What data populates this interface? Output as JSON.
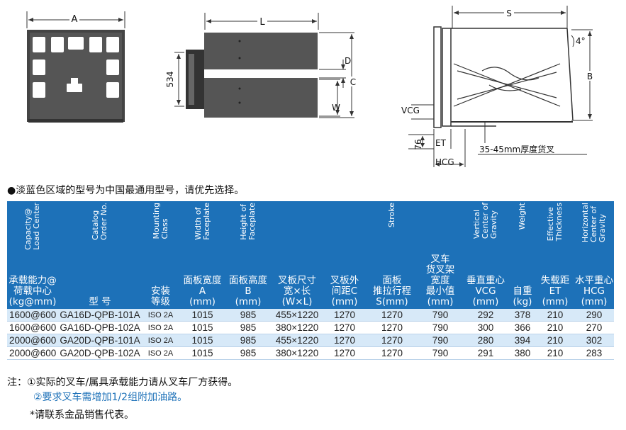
{
  "drawings": {
    "front": {
      "label_a": "A"
    },
    "side": {
      "label_l": "L",
      "label_534": "534",
      "label_d": "D",
      "label_c": "C",
      "label_w": "W"
    },
    "scissor": {
      "label_s": "S",
      "label_b": "B",
      "label_angle": "4°",
      "label_vcg": "VCG",
      "label_76": "76",
      "label_et": "ET",
      "label_hcg": "HCG",
      "label_fork": "35-45mm厚度货叉"
    }
  },
  "preference_note": "●淡蓝色区域的型号为中国最通用型号，请优先选择。",
  "table": {
    "header_color": "#1d71b8",
    "highlight_color": "#d7e9f8",
    "columns": [
      {
        "en": "Capacity@\nLoad Center",
        "cn": "承载能力@\n荷载中心\n(kg@mm)"
      },
      {
        "en": "Catalog\nOrder No.",
        "cn": "型 号"
      },
      {
        "en": "Mounting\nClass",
        "cn": "安装\n等级"
      },
      {
        "en": "Width of\nFaceplate",
        "cn": "面板宽度\nA\n(mm)"
      },
      {
        "en": "Height of\nFaceplate",
        "cn": "面板高度\nB\n(mm)"
      },
      {
        "en": "",
        "cn": "叉板尺寸\n宽×长\n(W×L)"
      },
      {
        "en": "",
        "cn": "叉板外\n间距C\n(mm)"
      },
      {
        "en": "Stroke",
        "cn": "面板\n推拉行程\nS(mm)"
      },
      {
        "en": "",
        "cn": "叉车\n货叉架\n宽度\n最小值\n(mm)"
      },
      {
        "en": "Vertical\nCenter of\nGravity",
        "cn": "垂直重心\nVCG\n(mm)"
      },
      {
        "en": "Weight",
        "cn": "自重\n(kg)"
      },
      {
        "en": "Effective\nThickness",
        "cn": "失载距\nET\n(mm)"
      },
      {
        "en": "Horizontal\nCenter of\nGravity",
        "cn": "水平重心\nHCG\n(mm)"
      }
    ],
    "rows": [
      [
        "1600@600",
        "GA16D-QPB-101A",
        "ISO 2A",
        "1015",
        "985",
        "455×1220",
        "1270",
        "1270",
        "790",
        "292",
        "378",
        "210",
        "290"
      ],
      [
        "1600@600",
        "GA16D-QPB-102A",
        "ISO 2A",
        "1015",
        "985",
        "380×1220",
        "1270",
        "1270",
        "790",
        "300",
        "366",
        "210",
        "270"
      ],
      [
        "2000@600",
        "GA20D-QPB-101A",
        "ISO 2A",
        "1015",
        "985",
        "455×1220",
        "1270",
        "1270",
        "790",
        "280",
        "394",
        "210",
        "302"
      ],
      [
        "2000@600",
        "GA20D-QPB-102A",
        "ISO 2A",
        "1015",
        "985",
        "380×1220",
        "1270",
        "1270",
        "790",
        "291",
        "380",
        "210",
        "283"
      ]
    ]
  },
  "notes": {
    "n1": "注：①实际的叉车/属具承载能力请从叉车厂方获得。",
    "n2": "②要求叉车需增加1/2组附加油路。",
    "n3": "*请联系金品销售代表。"
  }
}
